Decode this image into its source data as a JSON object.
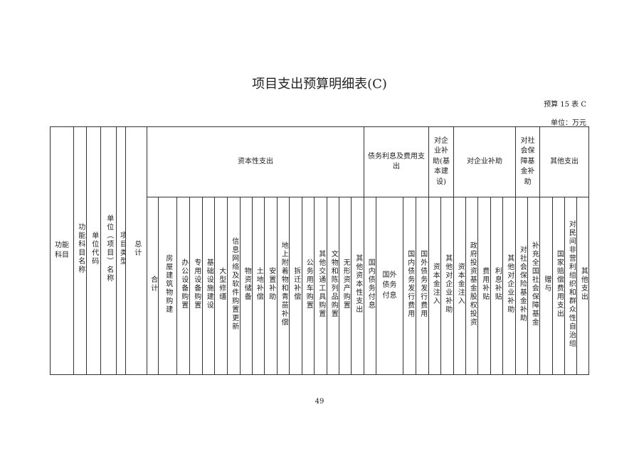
{
  "title": "项目支出预算明细表(C)",
  "table_code": "预算 15 表 C",
  "unit": "单位：万元",
  "page_number": "49",
  "fixed_columns": [
    {
      "label": "功能科目",
      "w": 33,
      "mode": "h"
    },
    {
      "label": "功能科目名称",
      "w": 18
    },
    {
      "label": "单位代码",
      "w": 20
    },
    {
      "label": "单位（项目）名称",
      "w": 22
    },
    {
      "label": "项目类型",
      "w": 13
    },
    {
      "label": "总计",
      "w": 30
    }
  ],
  "groups": [
    {
      "label": "资本性支出",
      "columns": [
        {
          "label": "合计",
          "w": 16
        },
        {
          "label": "房屋建筑物购建",
          "w": 26
        },
        {
          "label": "办公设备购置",
          "w": 18
        },
        {
          "label": "专用设备购置",
          "w": 18
        },
        {
          "label": "基础设施建设",
          "w": 17
        },
        {
          "label": "大型修缮",
          "w": 18
        },
        {
          "label": "信息网络及软件购置更新",
          "w": 18
        },
        {
          "label": "物资储备",
          "w": 17
        },
        {
          "label": "土地补偿",
          "w": 17
        },
        {
          "label": "安置补助",
          "w": 18
        },
        {
          "label": "地上附着物和青苗补偿",
          "w": 17
        },
        {
          "label": "拆迁补偿",
          "w": 18
        },
        {
          "label": "公务用车购置",
          "w": 17
        },
        {
          "label": "其他交通工具购置",
          "w": 18
        },
        {
          "label": "文物和陈列品购置",
          "w": 17
        },
        {
          "label": "无形资产购置",
          "w": 17
        },
        {
          "label": "其他资本性支出",
          "w": 18
        }
      ]
    },
    {
      "label": "债务利息及费用支出",
      "columns": [
        {
          "label": "国内债务付息",
          "w": 17
        },
        {
          "label": "国外债务付息",
          "w": 38,
          "mode": "h"
        },
        {
          "label": "国内债务发行费用",
          "w": 18
        },
        {
          "label": "国外债务发行费用",
          "w": 18
        }
      ]
    },
    {
      "label": "对企业补助(基本建设)",
      "columns": [
        {
          "label": "资本金注入",
          "w": 17
        },
        {
          "label": "其他对企业补助",
          "w": 18
        }
      ]
    },
    {
      "label": "对企业补助",
      "columns": [
        {
          "label": "资本金注入",
          "w": 17
        },
        {
          "label": "政府投资基金股权投资",
          "w": 17
        },
        {
          "label": "费用补贴",
          "w": 18
        },
        {
          "label": "利息补贴",
          "w": 17
        },
        {
          "label": "其他对企业补助",
          "w": 18
        }
      ]
    },
    {
      "label": "对社会保障基金补助",
      "columns": [
        {
          "label": "对社会保险基金补助",
          "w": 17
        },
        {
          "label": "补充全国社会保障基金",
          "w": 17
        }
      ]
    },
    {
      "label": "其他支出",
      "columns": [
        {
          "label": "赠与",
          "w": 18
        },
        {
          "label": "国家赔偿费用支出",
          "w": 17
        },
        {
          "label": "对民间非营利组织和群众性自治组",
          "w": 17
        },
        {
          "label": "其他支出",
          "w": 17
        }
      ]
    }
  ]
}
